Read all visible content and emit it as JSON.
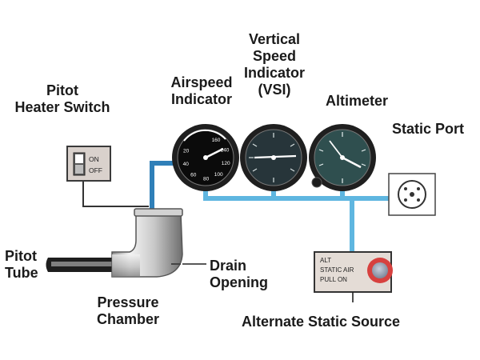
{
  "labels": {
    "pitot_heater_switch": [
      "Pitot",
      "Heater Switch"
    ],
    "airspeed_indicator": [
      "Airspeed",
      "Indicator"
    ],
    "vsi": [
      "Vertical",
      "Speed",
      "Indicator",
      "(VSI)"
    ],
    "altimeter": "Altimeter",
    "static_port": "Static Port",
    "pitot_tube": [
      "Pitot",
      "Tube"
    ],
    "pressure_chamber": [
      "Pressure",
      "Chamber"
    ],
    "drain_opening": [
      "Drain",
      "Opening"
    ],
    "alternate_static_source": "Alternate Static Source"
  },
  "switch_panel": {
    "on": "ON",
    "off": "OFF"
  },
  "alt_static_panel": [
    "ALT",
    "STATIC AIR",
    "PULL ON"
  ],
  "airspeed_ticks": [
    "160",
    "140",
    "120",
    "100",
    "80",
    "60",
    "40",
    "20"
  ],
  "colors": {
    "pitot_line": "#2f7fb8",
    "static_line": "#5fb6e0",
    "instrument_bezel": "#1f1f1f",
    "altimeter_face": "#2f4f4f",
    "panel_fill": "#e4dcd6",
    "knob_red": "#d7413f"
  }
}
